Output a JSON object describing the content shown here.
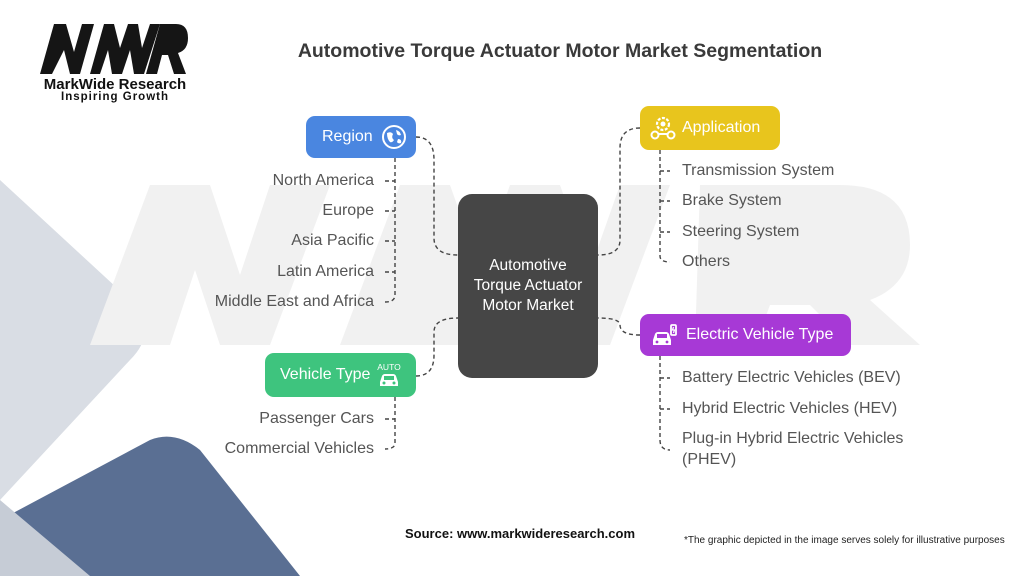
{
  "brand": {
    "name": "MarkWide Research",
    "tagline": "Inspiring Growth",
    "logo_letters": "MWR"
  },
  "title": "Automotive Torque Actuator Motor Market Segmentation",
  "center": {
    "label": "Automotive Torque Actuator Motor Market"
  },
  "segments": {
    "region": {
      "label": "Region",
      "icon": "globe-icon",
      "color": "#4a86e0",
      "items": [
        "North America",
        "Europe",
        "Asia Pacific",
        "Latin America",
        "Middle East and Africa"
      ]
    },
    "vehicle_type": {
      "label": "Vehicle Type",
      "icon": "auto-car-icon",
      "color": "#3ec47e",
      "items": [
        "Passenger Cars",
        "Commercial Vehicles"
      ]
    },
    "application": {
      "label": "Application",
      "icon": "gear-group-icon",
      "color": "#e8c51d",
      "items": [
        "Transmission System",
        "Brake System",
        "Steering System",
        "Others"
      ]
    },
    "ev_type": {
      "label": "Electric Vehicle Type",
      "icon": "ev-charging-icon",
      "color": "#a739d6",
      "items": [
        "Battery Electric Vehicles (BEV)",
        "Hybrid Electric Vehicles (HEV)",
        "Plug-in Hybrid Electric Vehicles",
        "(PHEV)"
      ]
    }
  },
  "footer": {
    "source": "Source: www.markwideresearch.com",
    "note": "*The graphic depicted in the image serves solely for illustrative purposes"
  }
}
